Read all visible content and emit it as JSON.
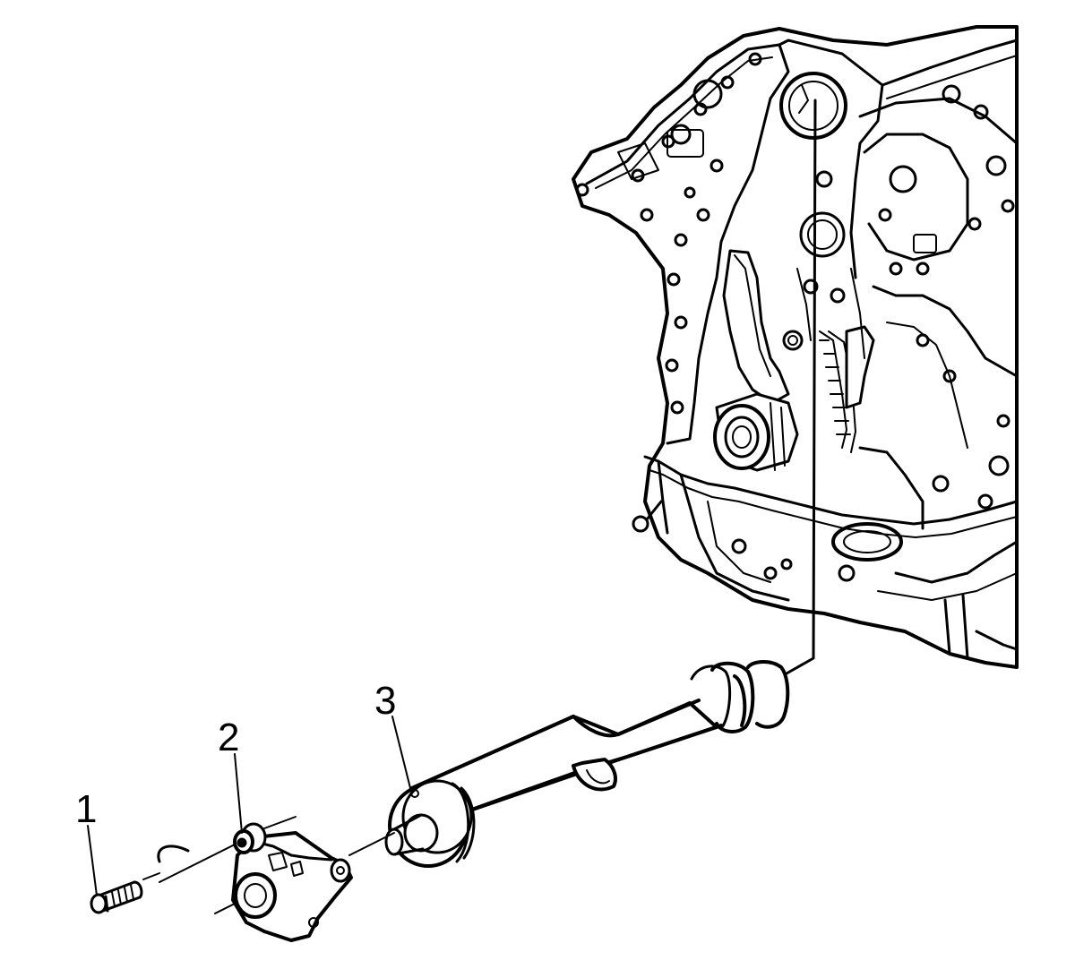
{
  "diagram": {
    "colors": {
      "line": "#000000",
      "fill": "#ffffff"
    },
    "callouts": [
      {
        "id": "1",
        "label": "1"
      },
      {
        "id": "2",
        "label": "2"
      },
      {
        "id": "3",
        "label": "3"
      }
    ]
  }
}
